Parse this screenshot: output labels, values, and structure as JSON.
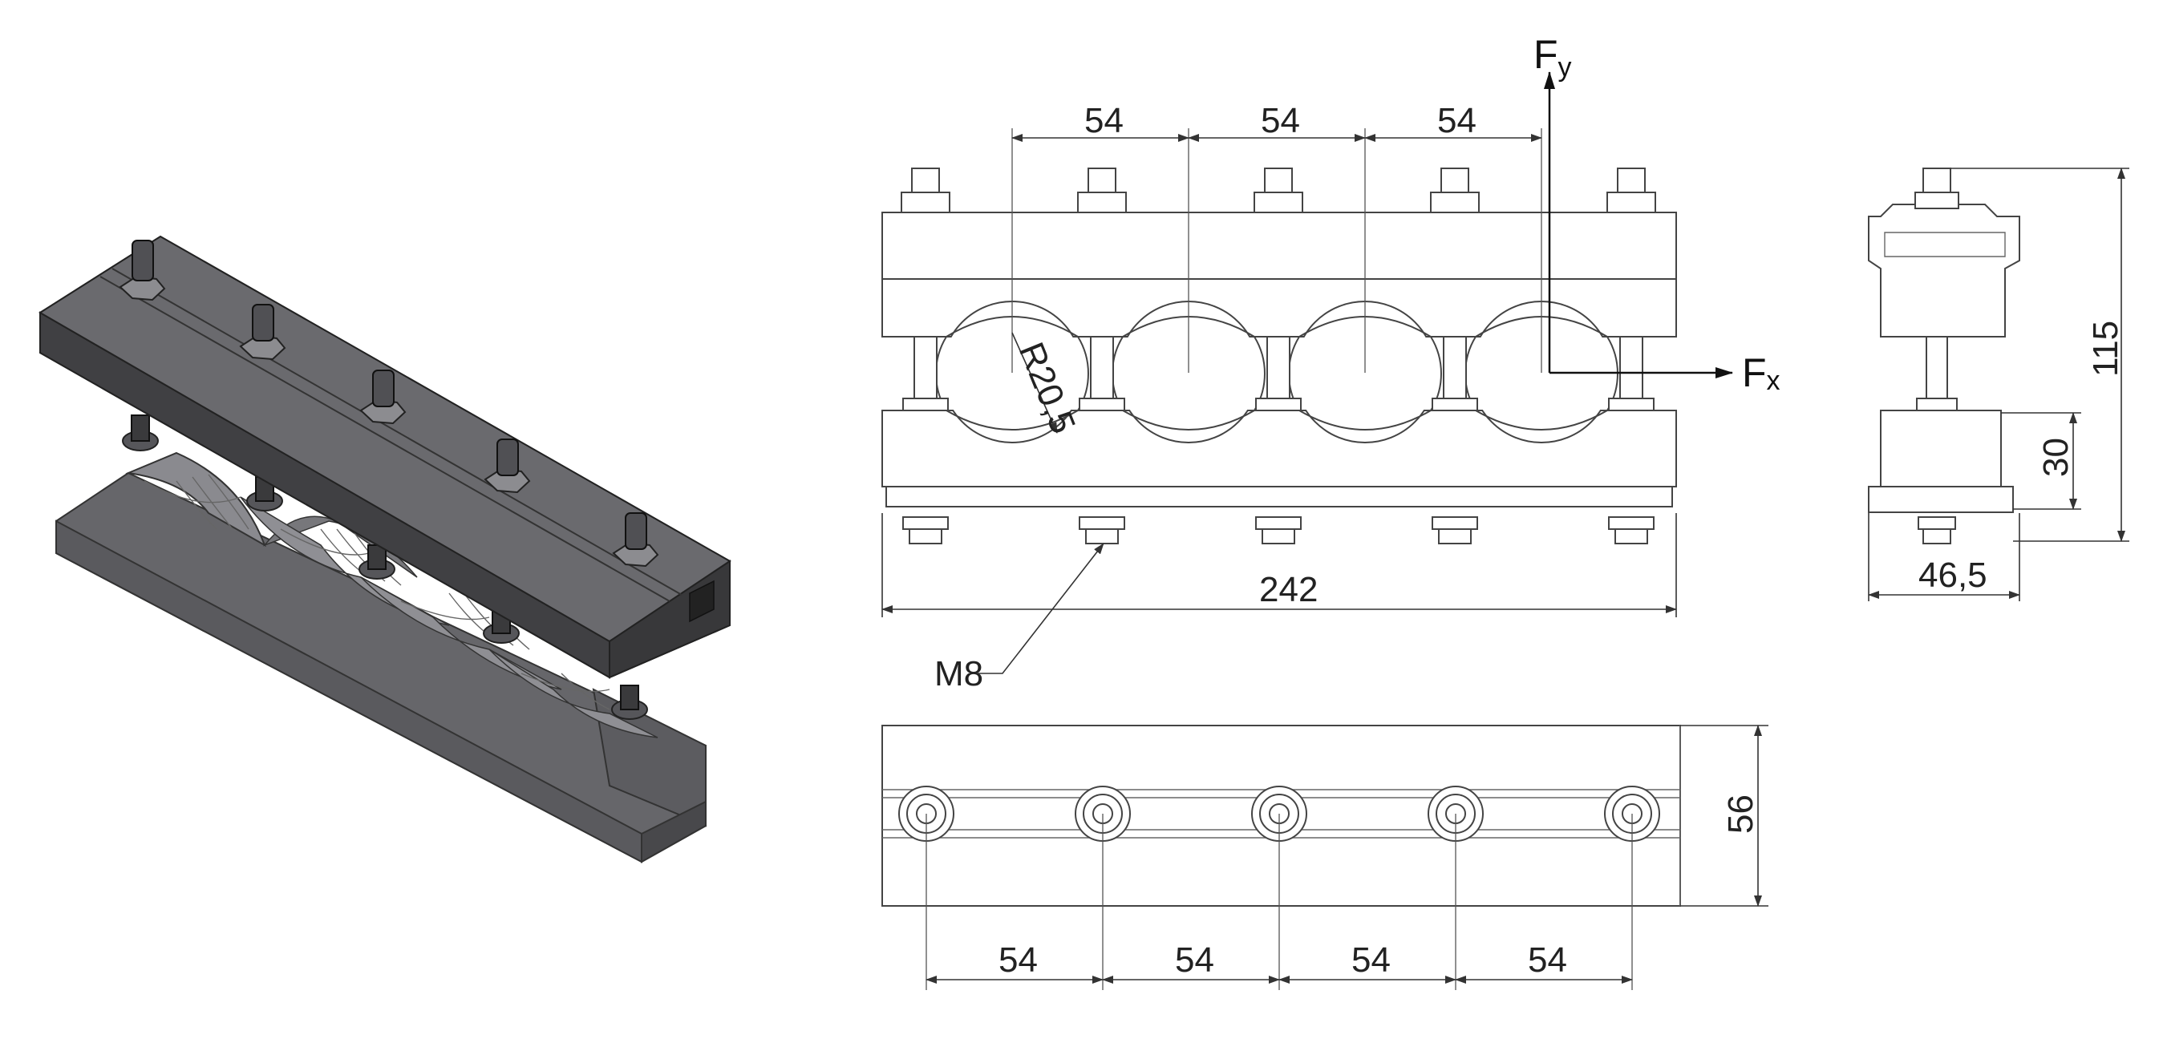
{
  "dimensions": {
    "pitch_top": "54",
    "pitch_bottom": "54",
    "radius": "R20,5",
    "total_length": "242",
    "total_height": "115",
    "base_height": "30",
    "width": "46,5",
    "top_view_width": "56"
  },
  "labels": {
    "bolt": "M8",
    "force_y_main": "F",
    "force_y_sub": "y",
    "force_x_main": "F",
    "force_x_sub": "x"
  },
  "colors": {
    "iso_dark": "#4a4a4c",
    "iso_mid": "#66666a",
    "iso_light": "#85858a",
    "line": "#444444"
  }
}
